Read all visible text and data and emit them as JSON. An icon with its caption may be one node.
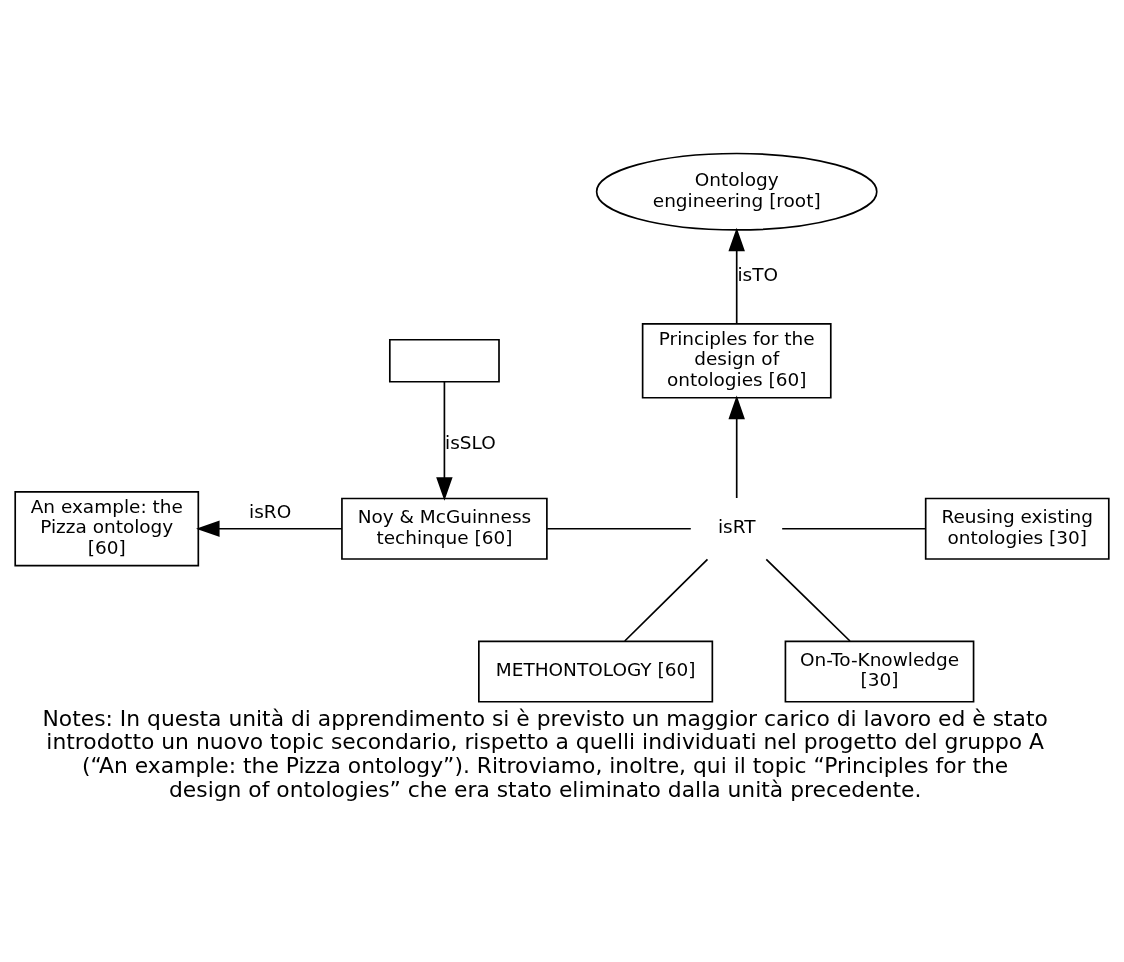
{
  "diagram": {
    "caption": "Notes: In questa unità di apprendimento si è previsto un maggior carico di lavoro ed è stato introdotto un nuovo topic secondario, rispetto a quelli individuati nel progetto del gruppo A (“An example: the Pizza ontology”). Ritroviamo, inoltre, qui il topic “Principles for the design of ontologies” che era stato eliminato dalla unità precedente.",
    "nodes": [
      {
        "text": [
          "Ontology engineering [root]"
        ]
      },
      {
        "text": [
          "Principles for the design of ontologies [60]"
        ]
      },
      {
        "text": [],
        "shape": "box"
      },
      {
        "text": [
          "An example: the Pizza ontology [60]"
        ]
      },
      {
        "text": [
          "Noy & McGuinness techinque [60]"
        ]
      },
      {
        "text": [
          "isRT"
        ]
      },
      {
        "text": [
          "Reusing existing ontologies [30]"
        ]
      },
      {
        "text": [
          "METHONTOLOGY [60]"
        ]
      },
      {
        "text": [
          "On-To-Knowledge [30]"
        ]
      }
    ],
    "edges": [
      {
        "from": 1,
        "to": 0,
        "arrow": "to",
        "label": "isTO"
      },
      {
        "from": 2,
        "to": 4,
        "arrow": "to",
        "label": "isSLO"
      },
      {
        "from": 4,
        "to": 3,
        "arrow": "to",
        "label": "isRO"
      },
      {
        "from": 4,
        "to": 5,
        "arrow": "none"
      },
      {
        "from": 6,
        "to": 5,
        "arrow": "none"
      },
      {
        "from": 7,
        "to": 5,
        "arrow": "none"
      },
      {
        "from": 8,
        "to": 5,
        "arrow": "none"
      },
      {
        "from": 5,
        "to": 1,
        "arrow": "to"
      }
    ]
  }
}
